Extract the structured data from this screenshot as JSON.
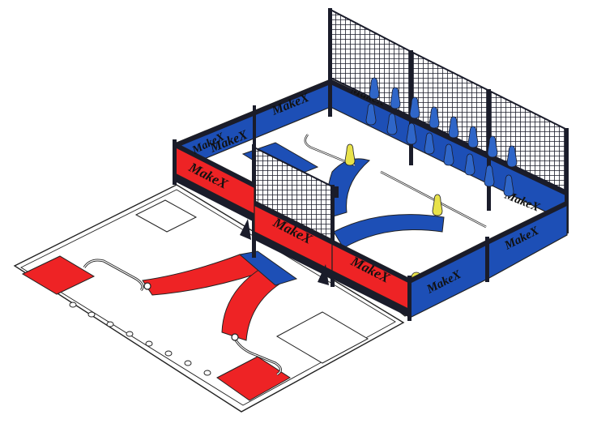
{
  "colors": {
    "red": "#ee2325",
    "blue": "#1d4fb6",
    "dark": "#1a1c2a",
    "floor": "#ffffff",
    "outline": "#222222",
    "pin_blue": "#2f66c8",
    "pin_yellow": "#e8e24a"
  },
  "panels": {
    "front_left_upper": "MakeX",
    "front_left_lower": "MakeX",
    "front_mid": "MakeX",
    "front_right": "MakeX",
    "right_front": "MakeX",
    "back_left": "MakeX",
    "back_mid": "MakeX",
    "back_right": "MakeX",
    "right_back": "MakeX"
  }
}
